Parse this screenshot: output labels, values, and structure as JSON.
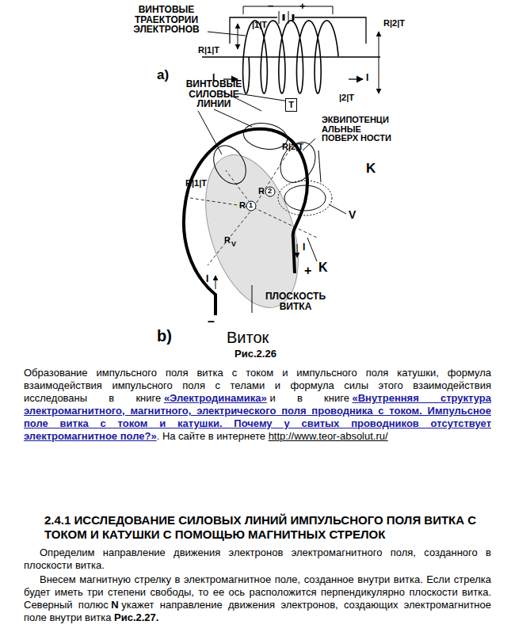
{
  "diagram": {
    "title": "2.4.1 ИССЛЕДОВАНИЕ СИЛОВЫХ ЛИНИЙ ИМПУЛЬСНОГО ПОЛЯ ВИТКА С ТОКОМ И КАТУШКИ С ПОМОЩЬЮ МАГНИТНЫХ СТРЕЛОК",
    "caption": "Рис.2.26",
    "nodes": [
      {
        "text": [
          "T"
        ]
      }
    ],
    "labels": [
      "ВИНТОВЫЕ ТРАЕКТОРИИ ЭЛЕКТРОНОВ",
      "|1|T",
      "–",
      "+",
      "R|2|T",
      "R|1|T",
      "I",
      "I",
      "a)",
      "|2|T",
      "ВИНТОВЫЕ СИЛОВЫЕ ЛИНИИ",
      "ЭКВИПОТЕНЦИ АЛЬНЫЕ ПОВЕРХ НОСТИ",
      "R|2|T",
      "K",
      "R|1|T",
      "R",
      "2",
      "R",
      "1",
      "R",
      "V",
      "V",
      "K",
      "I",
      "+",
      "I",
      "–",
      "ПЛОСКОСТЬ ВИТКА",
      "b)",
      "Виток",
      "Образование импульсного поля витка с током и импульсного поля катушки, формула взаимодействия импульсного поля с телами и формула силы этого взаимодействия исследованы в книге",
      "«Электродинамика»",
      "и в книге",
      "«Внутренняя структура электромагнитного, магнитного, электрического поля проводника с током. Импульсное поле витка с током и катушки. Почему у свитых проводников отсутствует электромагнитное поле?»",
      ". На сайте в интернете",
      "http://www.teor-absolut.ru/",
      "Определим направление движения электронов электромагнитного поля, созданного в плоскости витка.",
      "Внесем магнитную стрелку в электромагнитное поле, созданное внутри витка. Если стрелка будет иметь три степени свободы, то ее ось расположится перпендикулярно плоскости витка. Северный полюс",
      "N",
      "укажет направление движения электронов, создающих электромагнитное поле внутри витка",
      "Рис.2.27."
    ]
  }
}
